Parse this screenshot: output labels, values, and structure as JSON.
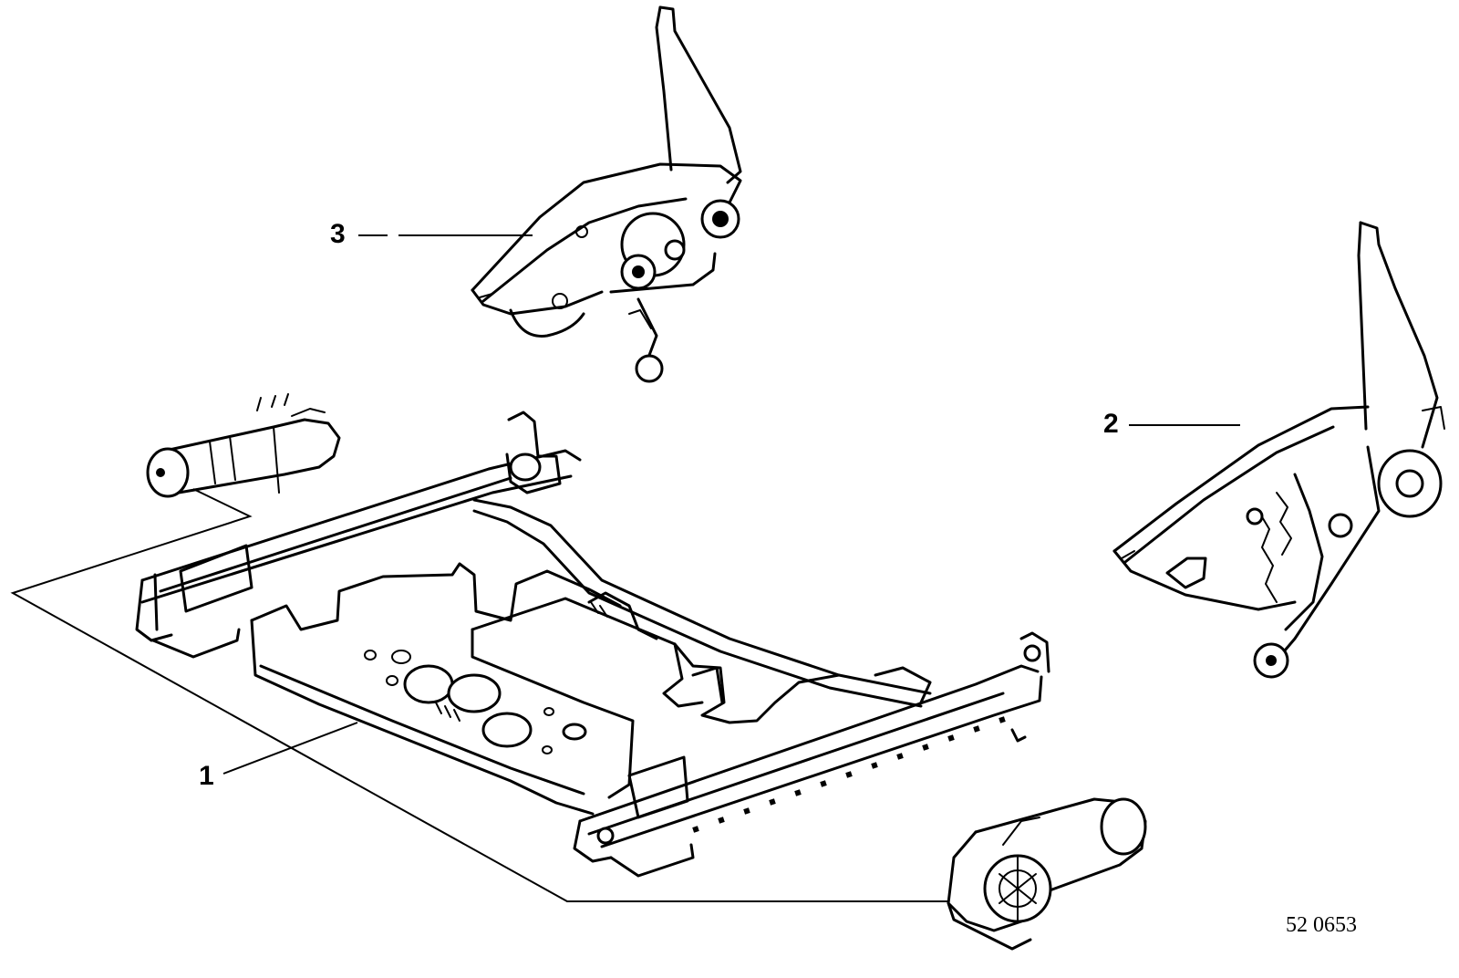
{
  "diagram": {
    "callouts": [
      {
        "id": "1",
        "label": "1"
      },
      {
        "id": "2",
        "label": "2"
      },
      {
        "id": "3",
        "label": "3"
      }
    ],
    "drawing_number": "52 0653"
  }
}
